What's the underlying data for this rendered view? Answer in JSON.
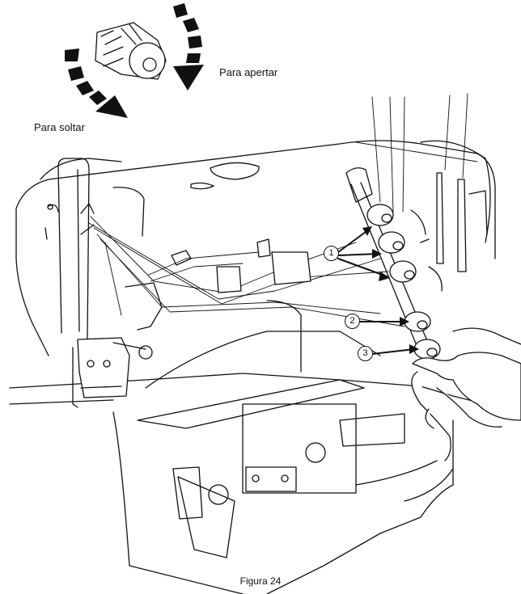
{
  "labels": {
    "tighten": "Para apertar",
    "loosen": "Para soltar"
  },
  "callouts": [
    "1",
    "2",
    "3"
  ],
  "caption": "Figura 24"
}
